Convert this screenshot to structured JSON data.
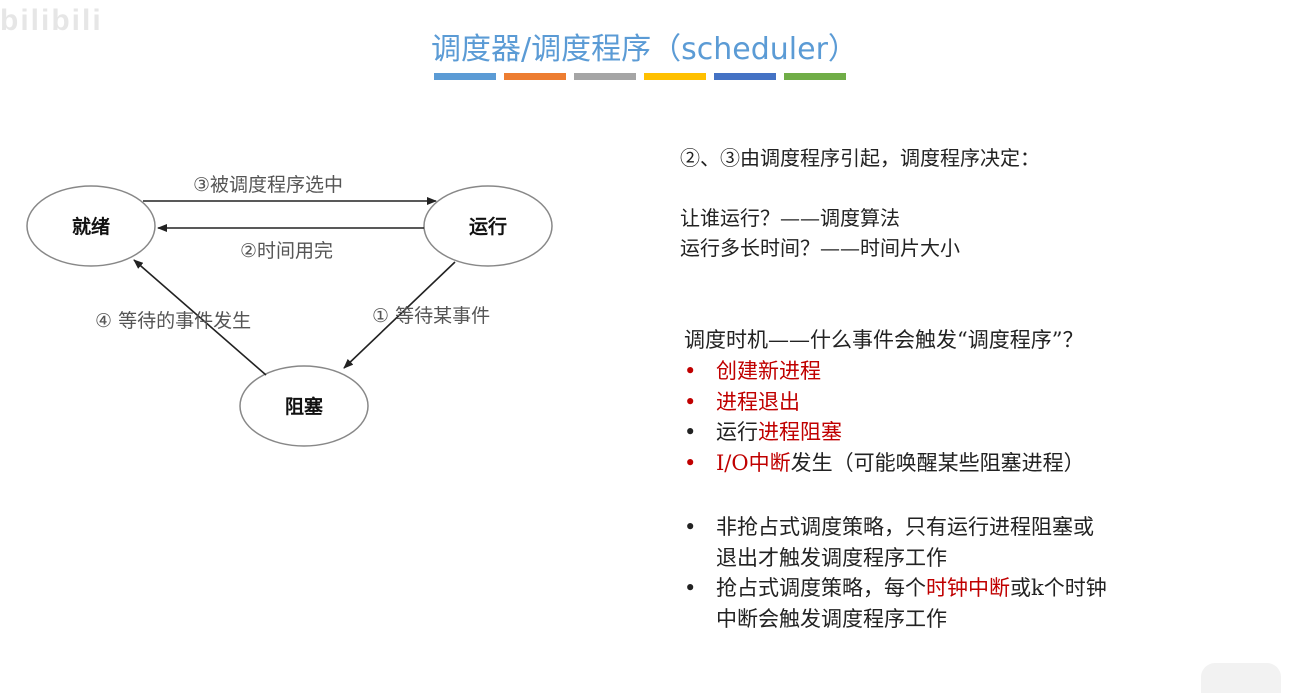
{
  "watermark": "bilibili",
  "title": "调度器/调度程序（scheduler）",
  "color_bars": [
    "#5b9bd5",
    "#ed7d31",
    "#a5a5a5",
    "#ffc000",
    "#4472c4",
    "#70ad47"
  ],
  "diagram": {
    "nodes": {
      "ready": "就绪",
      "running": "运行",
      "blocked": "阻塞"
    },
    "edges": {
      "ready_to_running": "③被调度程序选中",
      "running_to_ready": "②时间用完",
      "running_to_blocked": "① 等待某事件",
      "blocked_to_ready": "④ 等待的事件发生"
    }
  },
  "intro": "②、③由调度程序引起，调度程序决定：",
  "decisions": {
    "line1": "让谁运行？——调度算法",
    "line2": "运行多长时间？——时间片大小"
  },
  "timing": {
    "heading": "调度时机——什么事件会触发“调度程序”？",
    "items": [
      {
        "text": "创建新进程"
      },
      {
        "text": "进程退出"
      },
      {
        "prefix": "运行",
        "highlight": "进程阻塞"
      },
      {
        "highlight": "I/O中断",
        "suffix": "发生（可能唤醒某些阻塞进程）"
      }
    ]
  },
  "policies": {
    "non_preemptive_line1": "非抢占式调度策略，只有运行进程阻塞或",
    "non_preemptive_line2": "退出才触发调度程序工作",
    "preemptive_prefix": "抢占式调度策略，每个",
    "preemptive_highlight": "时钟中断",
    "preemptive_suffix": "或k个时钟",
    "preemptive_line2": "中断会触发调度程序工作"
  }
}
